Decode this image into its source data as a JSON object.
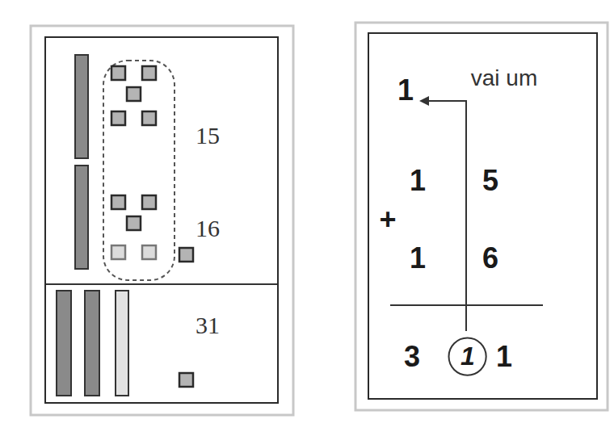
{
  "diagram": {
    "nodes": [
      {
        "text": [
          "15",
          "16",
          "31"
        ]
      },
      {
        "text": [
          "vai um",
          "1",
          "1",
          "5",
          "+",
          "1",
          "6",
          "3",
          "1"
        ]
      },
      {
        "text": [
          "1"
        ],
        "in": 1
      }
    ]
  }
}
